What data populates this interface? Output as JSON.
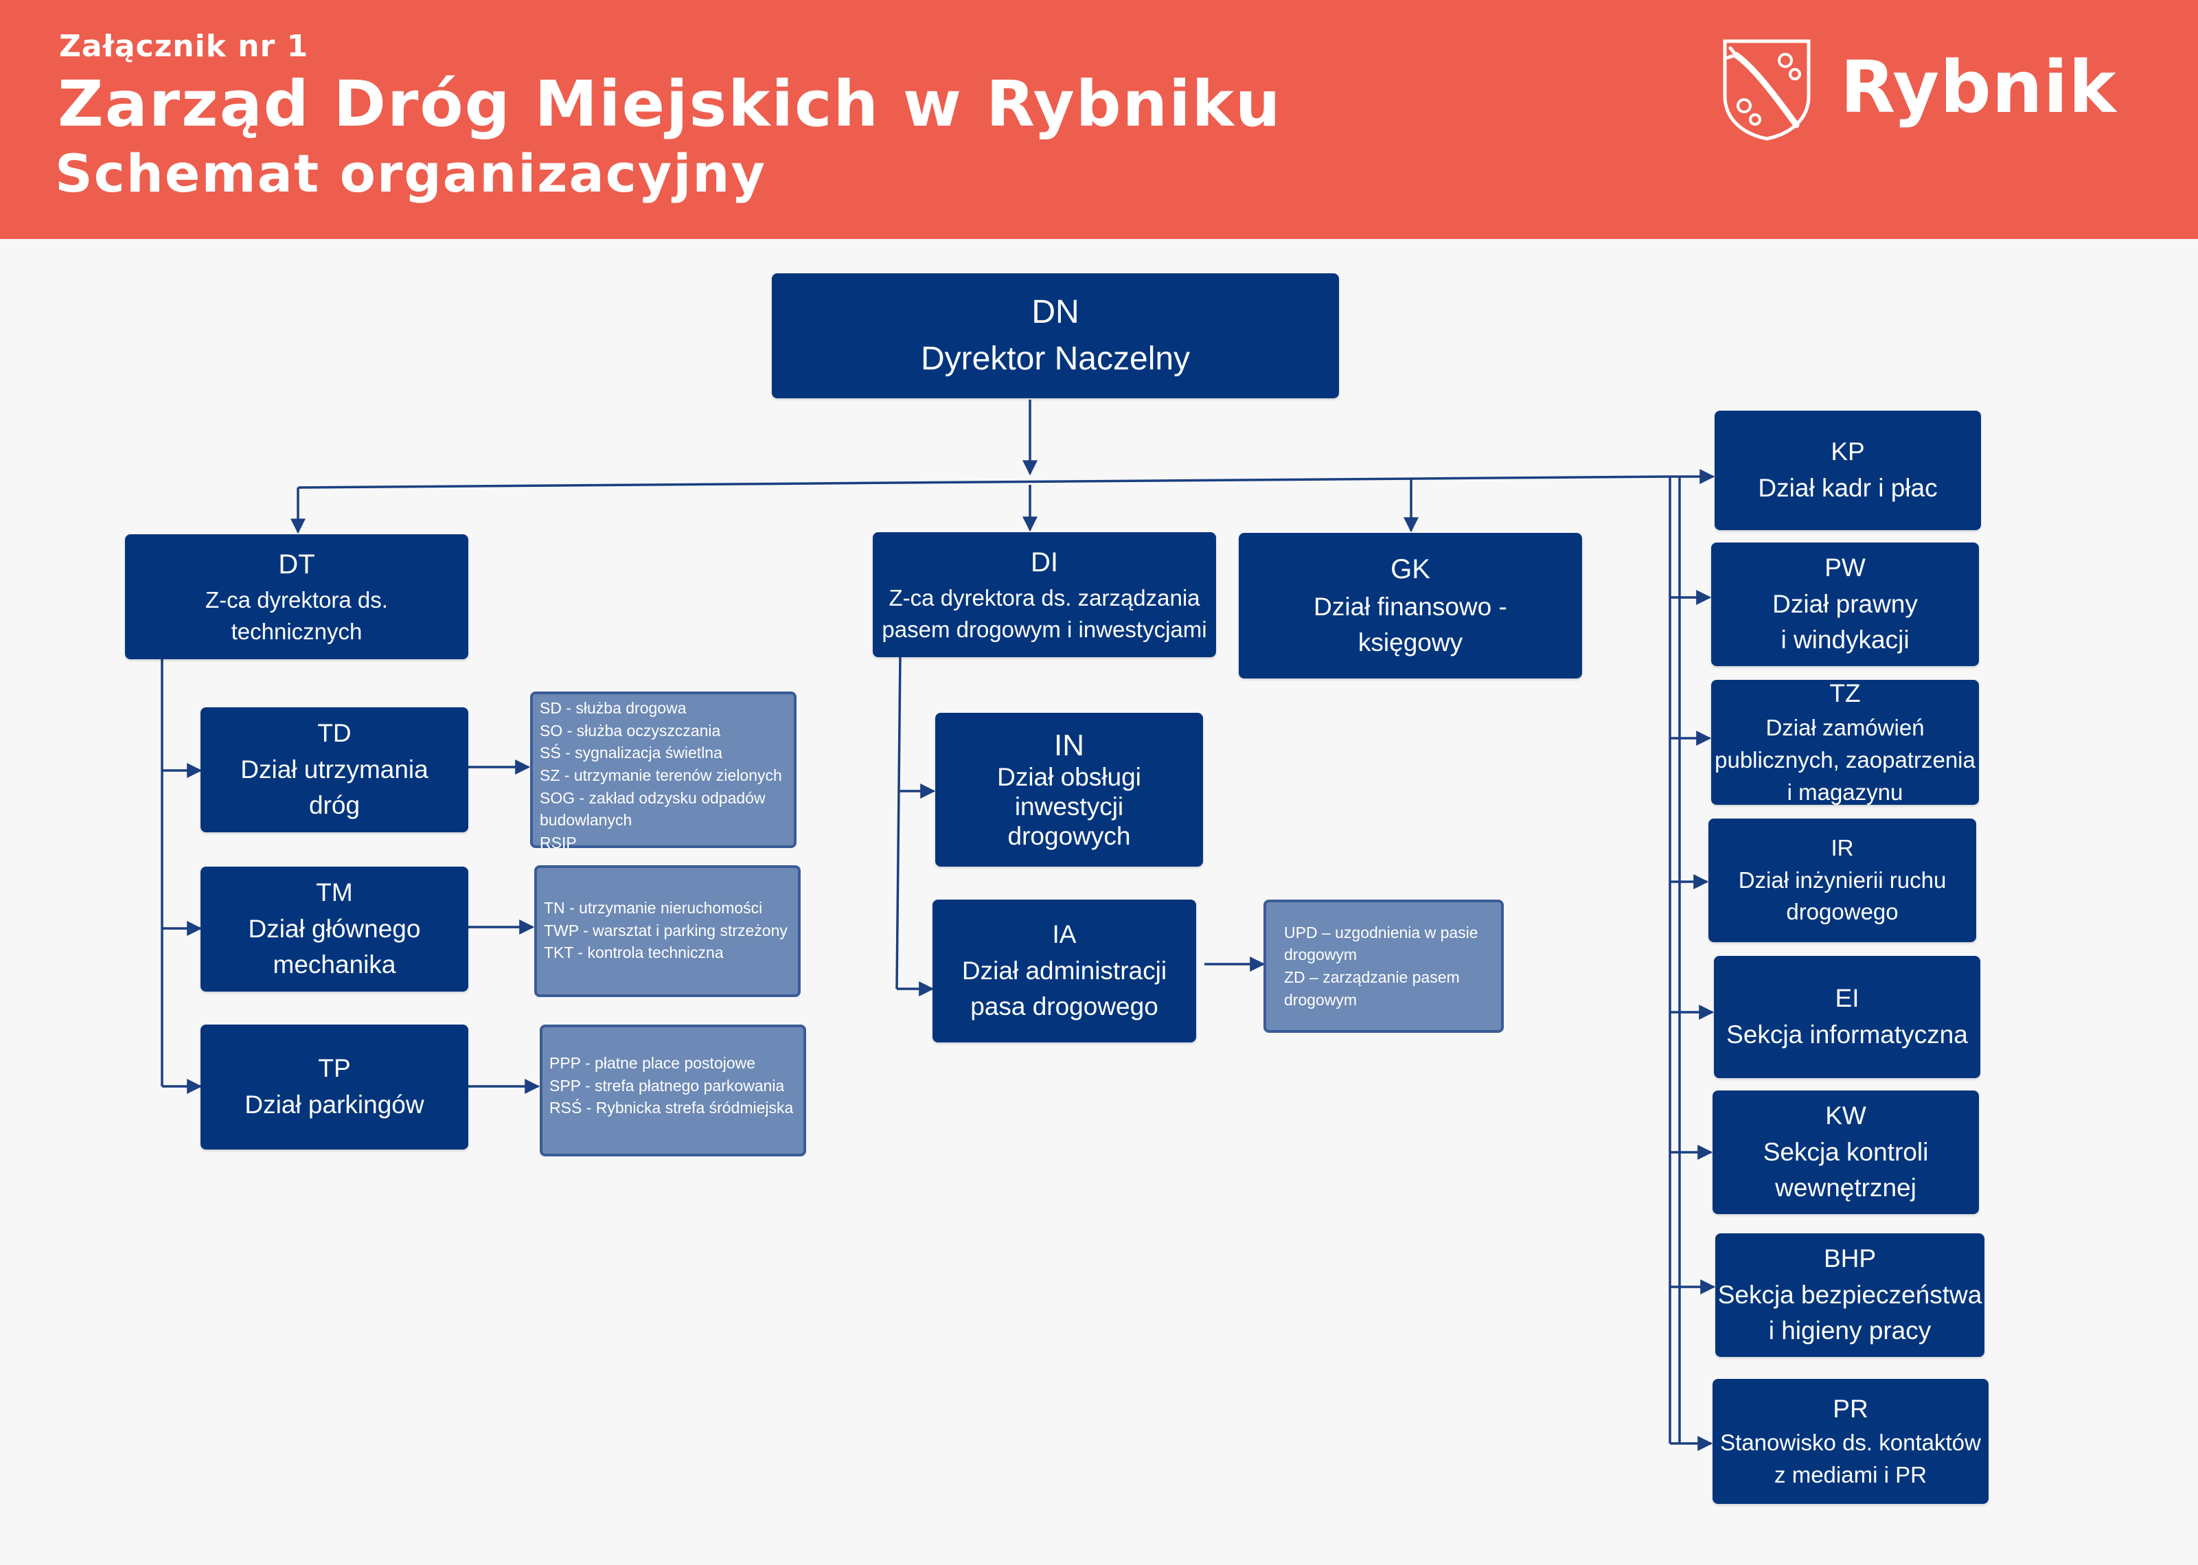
{
  "header": {
    "annex": "Załącznik nr 1",
    "title": "Zarząd Dróg Miejskich w Rybniku",
    "subtitle": "Schemat organizacyjny",
    "logo_text": "Rybnik",
    "background_color": "#ed5e4e"
  },
  "colors": {
    "unit_box": "#04357c",
    "subunit_box": "#6d89b5",
    "connector": "#1b3f80",
    "background": "#f7f7f8"
  },
  "units": {
    "dn": {
      "code": "DN",
      "lines": [
        "Dyrektor Naczelny"
      ]
    },
    "dt": {
      "code": "DT",
      "lines": [
        "Z-ca dyrektora ds.",
        "technicznych"
      ]
    },
    "di": {
      "code": "DI",
      "lines": [
        "Z-ca dyrektora ds. zarządzania",
        "pasem drogowym i inwestycjami"
      ]
    },
    "gk": {
      "code": "GK",
      "lines": [
        "Dział finansowo -",
        "księgowy"
      ]
    },
    "td": {
      "code": "TD",
      "lines": [
        "Dział utrzymania",
        "dróg"
      ]
    },
    "tm": {
      "code": "TM",
      "lines": [
        "Dział głównego",
        "mechanika"
      ]
    },
    "tp": {
      "code": "TP",
      "lines": [
        "Dział parkingów"
      ]
    },
    "in": {
      "code": "IN",
      "lines": [
        "Dział obsługi",
        "inwestycji",
        "drogowych"
      ]
    },
    "ia": {
      "code": "IA",
      "lines": [
        "Dział administracji",
        "pasa drogowego"
      ]
    },
    "kp": {
      "code": "KP",
      "lines": [
        "Dział kadr i płac"
      ]
    },
    "pw": {
      "code": "PW",
      "lines": [
        "Dział prawny",
        "i windykacji"
      ]
    },
    "tz": {
      "code": "TZ",
      "lines": [
        "Dział zamówień",
        "publicznych, zaopatrzenia",
        "i magazynu"
      ]
    },
    "ir": {
      "code": "IR",
      "lines": [
        "Dział inżynierii ruchu",
        "drogowego"
      ]
    },
    "ei": {
      "code": "EI",
      "lines": [
        "Sekcja informatyczna"
      ]
    },
    "kw": {
      "code": "KW",
      "lines": [
        "Sekcja kontroli",
        "wewnętrznej"
      ]
    },
    "bhp": {
      "code": "BHP",
      "lines": [
        "Sekcja bezpieczeństwa",
        "i higieny pracy"
      ]
    },
    "pr": {
      "code": "PR",
      "lines": [
        "Stanowisko ds. kontaktów",
        "z mediami i PR"
      ]
    }
  },
  "subunits": {
    "td": [
      "SD - służba drogowa",
      "SO - służba oczyszczania",
      "SŚ - sygnalizacja świetlna",
      "SZ - utrzymanie terenów zielonych",
      "SOG - zakład odzysku odpadów",
      "budowlanych",
      "RSIP"
    ],
    "tm": [
      "TN - utrzymanie nieruchomości",
      "TWP - warsztat i parking strzeżony",
      "TKT - kontrola techniczna"
    ],
    "tp": [
      "PPP - płatne place postojowe",
      "SPP - strefa płatnego parkowania",
      "RSŚ - Rybnicka strefa śródmiejska"
    ],
    "ia": [
      "UPD – uzgodnienia w pasie",
      "drogowym",
      "ZD – zarządzanie pasem",
      "drogowym"
    ]
  }
}
